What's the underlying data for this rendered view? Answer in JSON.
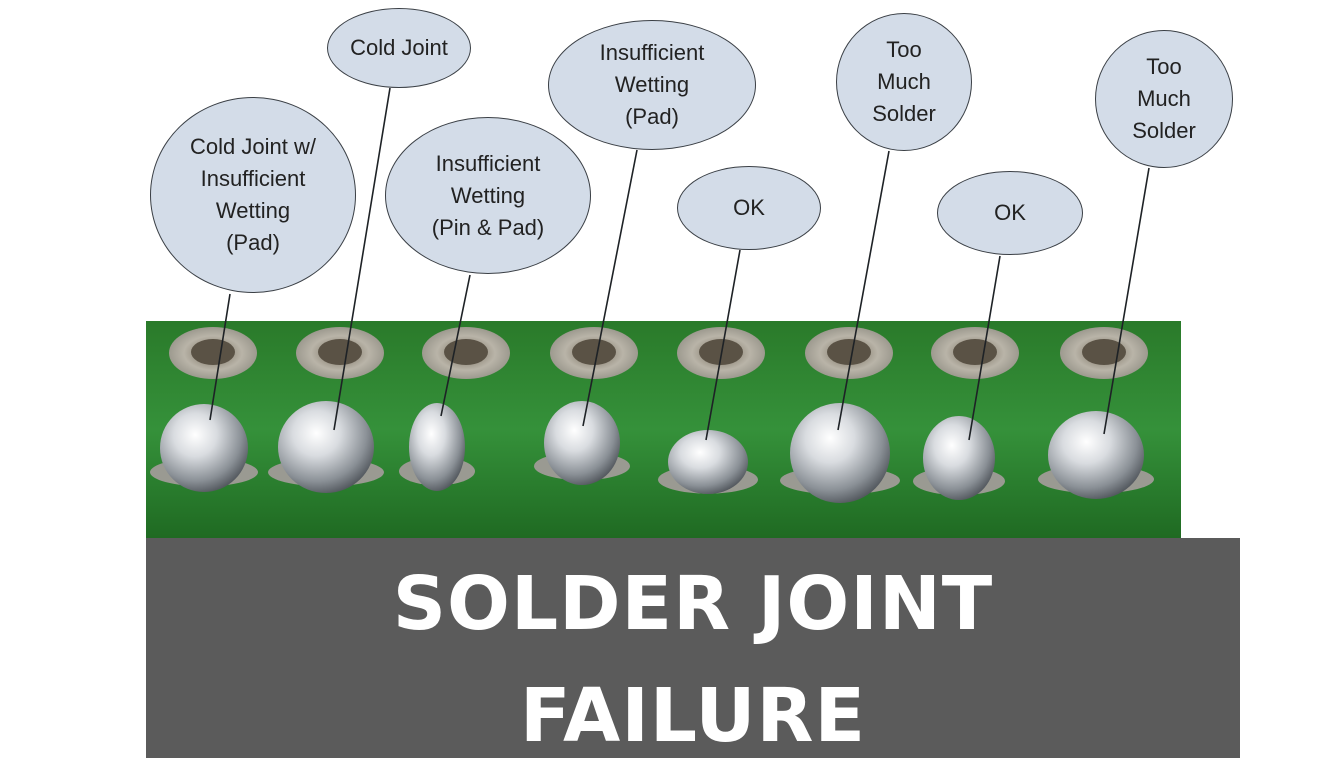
{
  "labels": [
    {
      "id": "cold-joint-insufficient-wetting-pad",
      "text": "Cold Joint w/\nInsufficient\nWetting\n(Pad)"
    },
    {
      "id": "cold-joint",
      "text": "Cold Joint"
    },
    {
      "id": "insufficient-wetting-pin-pad",
      "text": "Insufficient\nWetting\n(Pin & Pad)"
    },
    {
      "id": "insufficient-wetting-pad",
      "text": "Insufficient\nWetting\n(Pad)"
    },
    {
      "id": "ok-1",
      "text": "OK"
    },
    {
      "id": "too-much-solder-1",
      "text": "Too\nMuch\nSolder"
    },
    {
      "id": "ok-2",
      "text": "OK"
    },
    {
      "id": "too-much-solder-2",
      "text": "Too\nMuch\nSolder"
    }
  ],
  "banner": {
    "title": "SOLDER JOINT\nFAILURE"
  },
  "colors": {
    "board": "#2f8a2f",
    "banner": "#5b5b5b",
    "bubble": "#d3dce8",
    "solder": "#c9ccd0"
  }
}
